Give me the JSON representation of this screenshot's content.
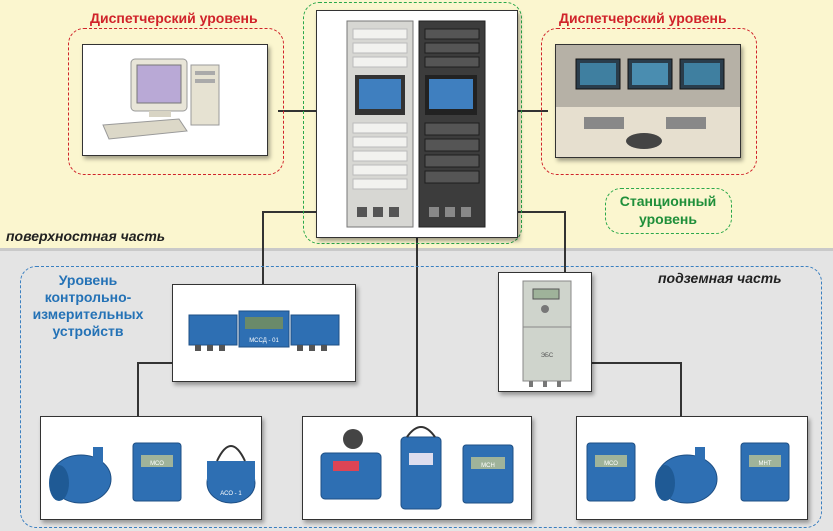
{
  "labels": {
    "dispatch_left": "Диспетчерский уровень",
    "dispatch_right": "Диспетчерский уровень",
    "station_line1": "Станционный",
    "station_line2": "уровень",
    "surface": "поверхностная часть",
    "underground": "подземная часть",
    "cid_line1": "Уровень",
    "cid_line2": "контрольно-",
    "cid_line3": "измерительных",
    "cid_line4": "устройств"
  },
  "device_labels": {
    "mssd": "МССД - 01",
    "mco_1": "МСО",
    "aco": "АСО - 1",
    "mch": "МСН",
    "mco_2": "МСО",
    "mnt": "МНТ",
    "ebs": "ЭБС"
  },
  "colors": {
    "dispatch": "#d0232a",
    "station": "#2aa84a",
    "device_level": "#3a7fc0",
    "device_blue": "#2e6fb3",
    "surface_bg": "#fbf6cf",
    "underground_bg": "#e4e4e4"
  }
}
